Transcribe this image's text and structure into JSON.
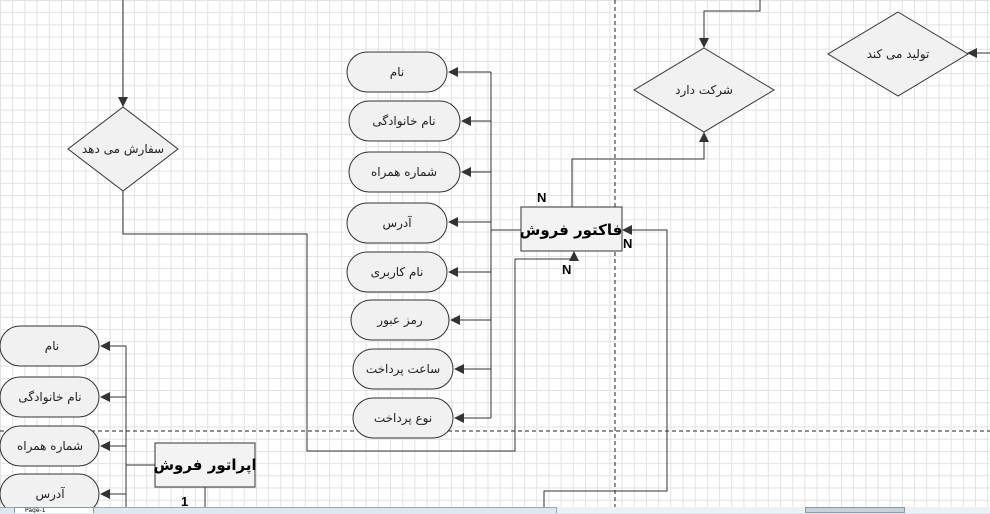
{
  "diagram": {
    "entities": [
      {
        "id": "factor",
        "label": "فاکتور فروش"
      },
      {
        "id": "operator",
        "label": "اپراتور فروش"
      }
    ],
    "relationships": [
      {
        "id": "order",
        "label": "سفارش می دهد"
      },
      {
        "id": "company",
        "label": "شرکت دارد"
      },
      {
        "id": "produce",
        "label": "تولید می کند"
      }
    ],
    "factor_attributes": [
      "نام",
      "نام خانوادگی",
      "شماره همراه",
      "آدرس",
      "نام کاربری",
      "رمز عبور",
      "ساعت پرداخت",
      "نوع پرداخت"
    ],
    "operator_attributes": [
      "نام",
      "نام خانوادگی",
      "شماره همراه",
      "آدرس"
    ],
    "cardinalities": {
      "factor_company": "N",
      "factor_right": "N",
      "factor_bottom": "N",
      "operator": "1"
    }
  },
  "statusbar": {
    "page_tab": "Page-1"
  }
}
